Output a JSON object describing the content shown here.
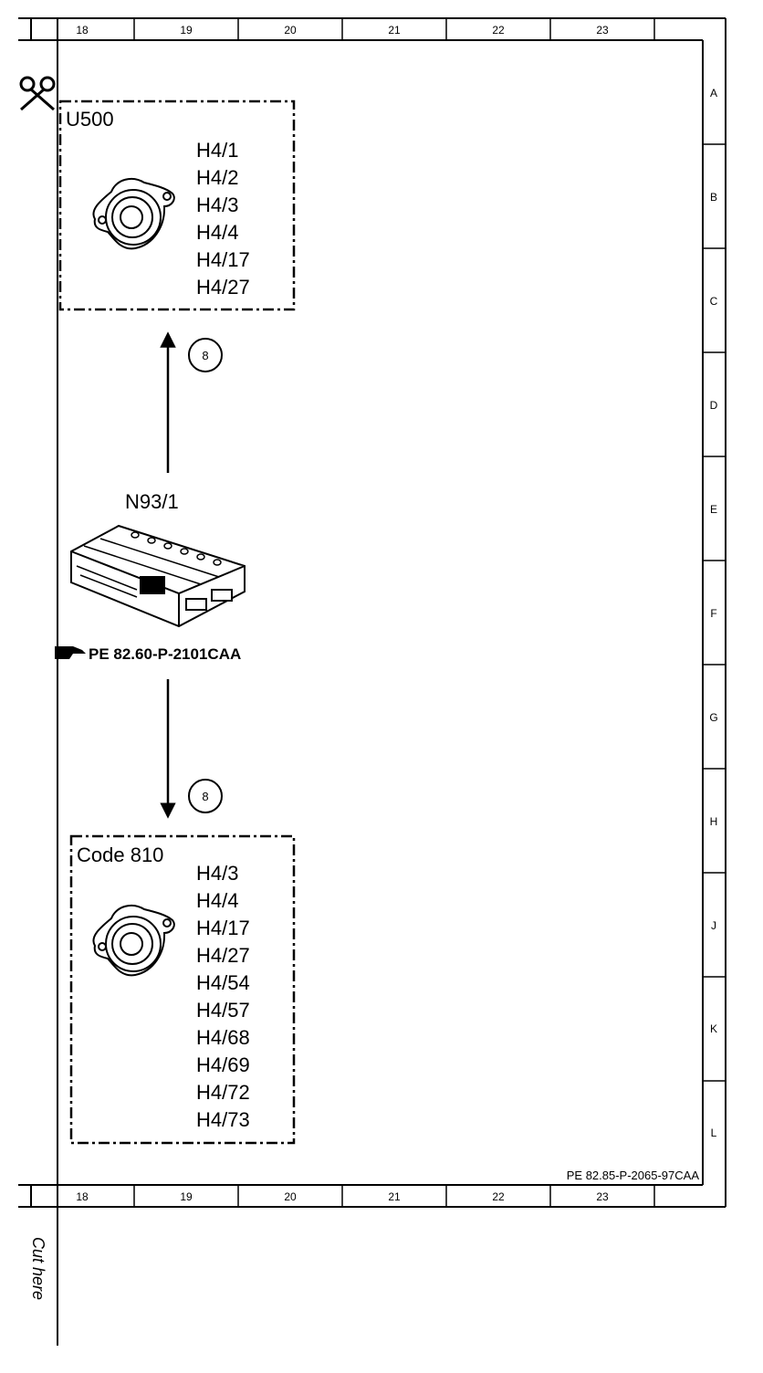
{
  "sheet": {
    "columns": [
      "18",
      "19",
      "20",
      "21",
      "22",
      "23"
    ],
    "rows": [
      "A",
      "B",
      "C",
      "D",
      "E",
      "F",
      "G",
      "H",
      "J",
      "K",
      "L"
    ],
    "drawing_ref": "PE 82.85-P-2065-97CAA"
  },
  "upper_box": {
    "title": "U500",
    "pins": [
      "H4/1",
      "H4/2",
      "H4/3",
      "H4/4",
      "H4/17",
      "H4/27"
    ]
  },
  "upper_arrow": {
    "badge": "8"
  },
  "module": {
    "name": "N93/1",
    "reference": "PE 82.60-P-2101CAA"
  },
  "lower_arrow": {
    "badge": "8"
  },
  "lower_box": {
    "title": "Code 810",
    "pins": [
      "H4/3",
      "H4/4",
      "H4/17",
      "H4/27",
      "H4/54",
      "H4/57",
      "H4/68",
      "H4/69",
      "H4/72",
      "H4/73"
    ]
  },
  "cut": {
    "label": "Cut here"
  }
}
